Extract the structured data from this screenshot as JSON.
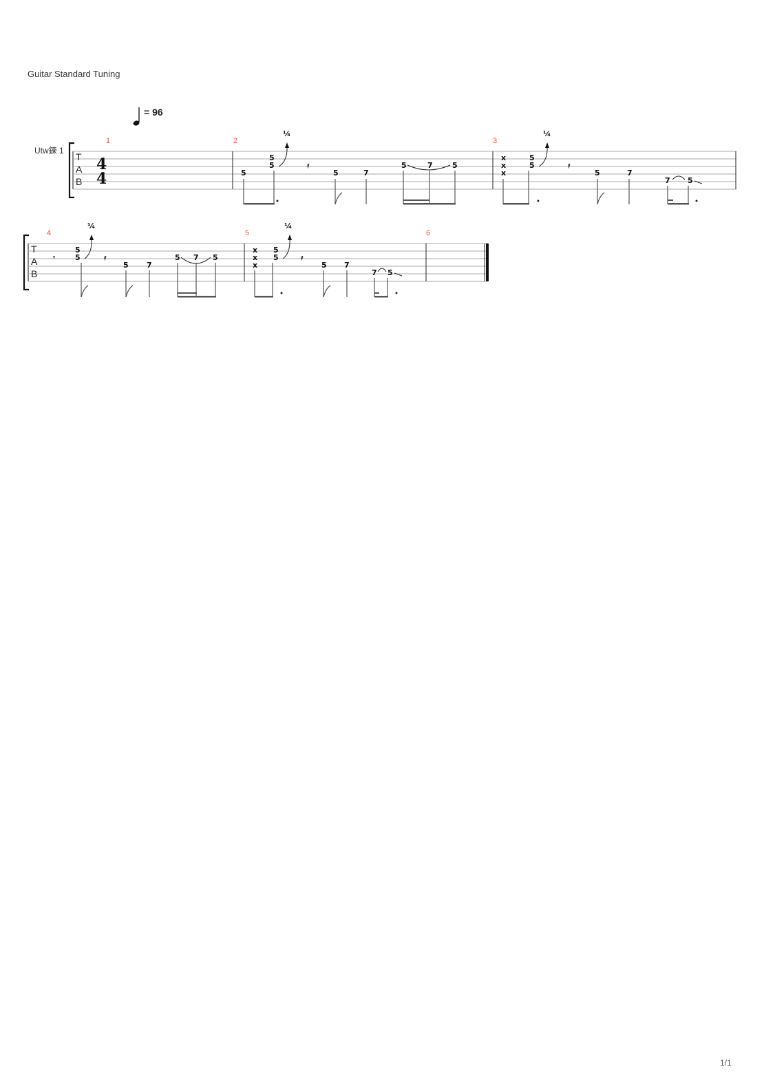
{
  "header": {
    "tuning_label": "Guitar Standard Tuning",
    "tempo_value": "= 96",
    "track_name": "Utw鍊 1"
  },
  "notation": {
    "clef_letters": [
      "T",
      "A",
      "B"
    ],
    "time_signature": [
      "4",
      "4"
    ],
    "bend_label": "¼",
    "dead_note": "x",
    "measure_numbers": [
      "1",
      "2",
      "3",
      "4",
      "5",
      "6"
    ]
  },
  "footer": {
    "page_label": "1/1"
  },
  "colors": {
    "measure_number": "#e8602c",
    "staff_line": "#aaaaaa"
  }
}
